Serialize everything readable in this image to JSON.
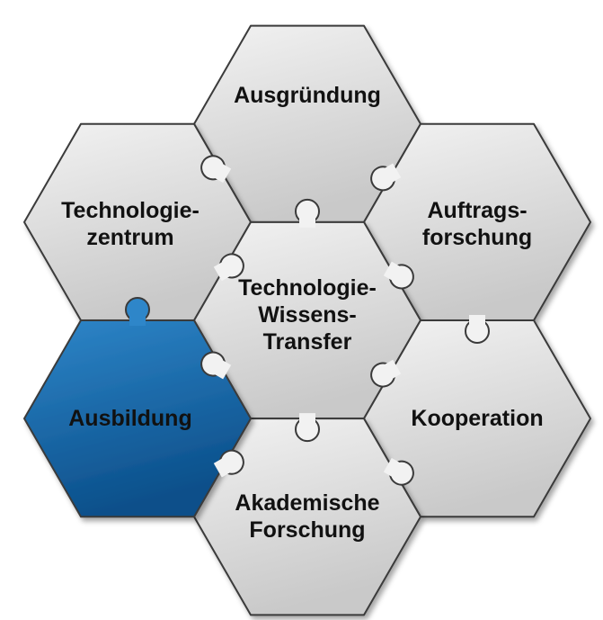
{
  "diagram": {
    "pieces": [
      {
        "id": "ausgruendung",
        "lines": [
          "Ausgründung"
        ],
        "highlighted": false
      },
      {
        "id": "technologiezentrum",
        "lines": [
          "Technologie-",
          "zentrum"
        ],
        "highlighted": false
      },
      {
        "id": "auftragsforschung",
        "lines": [
          "Auftrags-",
          "forschung"
        ],
        "highlighted": false
      },
      {
        "id": "center",
        "lines": [
          "Technologie-",
          "Wissens-",
          "Transfer"
        ],
        "highlighted": false
      },
      {
        "id": "ausbildung",
        "lines": [
          "Ausbildung"
        ],
        "highlighted": true
      },
      {
        "id": "kooperation",
        "lines": [
          "Kooperation"
        ],
        "highlighted": false
      },
      {
        "id": "akademische-forschung",
        "lines": [
          "Akademische",
          "Forschung"
        ],
        "highlighted": false
      }
    ],
    "colors": {
      "piece_fill_light": "#f2f2f2",
      "piece_fill_dark": "#c9c9c9",
      "piece_stroke": "#3a3a3a",
      "highlight_fill_light": "#2e86c9",
      "highlight_fill_dark": "#0b4f8a",
      "label_color": "#111111"
    }
  }
}
